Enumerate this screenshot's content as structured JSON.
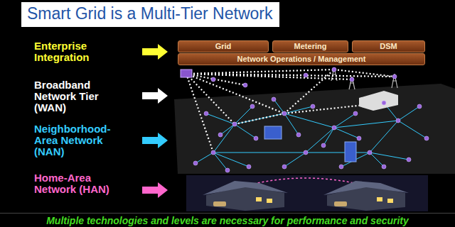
{
  "diagram": {
    "title": "Smart Grid is a Multi-Tier Network",
    "caption": "Multiple technologies and levels are necessary for performance and security",
    "nodes": [
      {
        "text": [
          "Grid"
        ]
      },
      {
        "text": [
          "Metering"
        ]
      },
      {
        "text": [
          "DSM"
        ]
      },
      {
        "text": [
          "Network Operations / Management"
        ]
      }
    ],
    "labels": [
      "Enterprise Integration",
      "Broadband Network Tier (WAN)",
      "Neighborhood-Area Network (NAN)",
      "Home-Area Network (HAN)"
    ]
  }
}
